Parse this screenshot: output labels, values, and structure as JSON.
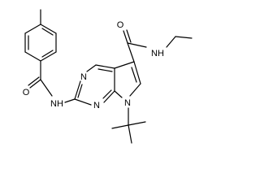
{
  "molecule": {
    "atoms": {
      "carbonyl_o_amide": "O",
      "amide_n_ethyl": "N",
      "amide_n_ethyl_h": "H",
      "pyrimidine_n_top": "N",
      "benzoyl_o": "O",
      "nh_bridge_n": "N",
      "nh_bridge_h": "H",
      "pyrimidine_n_bottom": "N",
      "pyrrole_n": "N"
    }
  }
}
